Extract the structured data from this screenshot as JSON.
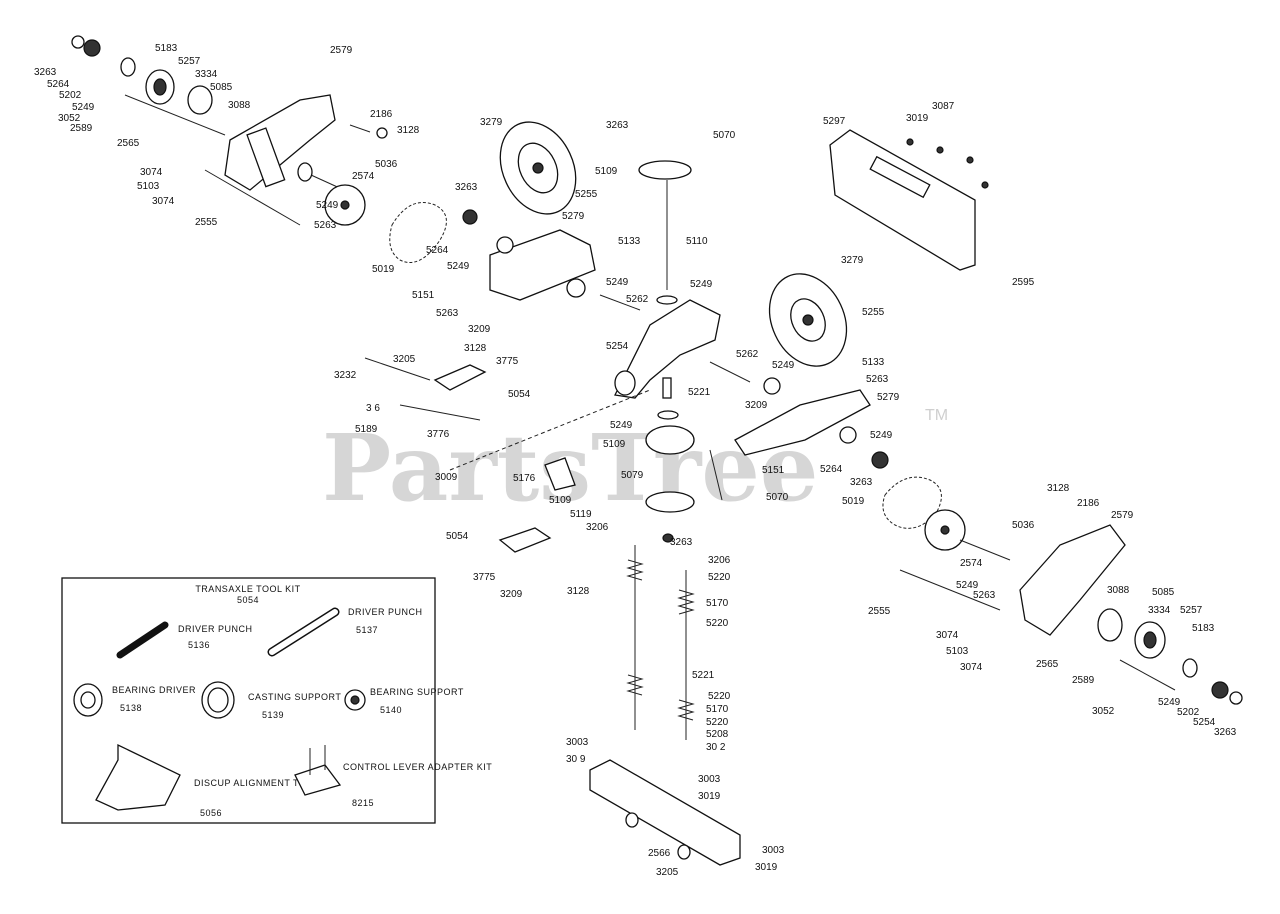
{
  "watermark": {
    "text": "PartsTree",
    "trademark": "TM"
  },
  "kit": {
    "title": "TRANSAXLE TOOL KIT",
    "number": "5054",
    "tools": [
      {
        "name": "DRIVER PUNCH",
        "number": "5136"
      },
      {
        "name": "DRIVER PUNCH",
        "number": "5137"
      },
      {
        "name": "BEARING DRIVER",
        "number": "5138"
      },
      {
        "name": "CASTING SUPPORT",
        "number": "5139"
      },
      {
        "name": "BEARING SUPPORT",
        "number": "5140"
      },
      {
        "name": "DISCUP ALIGNMENT TOOL",
        "number": "5056"
      },
      {
        "name": "CONTROL LEVER ADAPTER KIT",
        "number": "8215"
      }
    ]
  },
  "labels": [
    {
      "id": "l1",
      "text": "3263"
    },
    {
      "id": "l2",
      "text": "5264"
    },
    {
      "id": "l3",
      "text": "5202"
    },
    {
      "id": "l4",
      "text": "5249"
    },
    {
      "id": "l5",
      "text": "3052"
    },
    {
      "id": "l6",
      "text": "2589"
    },
    {
      "id": "l7",
      "text": "5183"
    },
    {
      "id": "l8",
      "text": "5257"
    },
    {
      "id": "l9",
      "text": "3334"
    },
    {
      "id": "l10",
      "text": "5085"
    },
    {
      "id": "l11",
      "text": "3088"
    },
    {
      "id": "l12",
      "text": "2565"
    },
    {
      "id": "l13",
      "text": "2579"
    },
    {
      "id": "l14",
      "text": "2186"
    },
    {
      "id": "l15",
      "text": "3128"
    },
    {
      "id": "l16",
      "text": "5036"
    },
    {
      "id": "l17",
      "text": "2574"
    },
    {
      "id": "l18",
      "text": "3074"
    },
    {
      "id": "l19",
      "text": "5103"
    },
    {
      "id": "l20",
      "text": "3074"
    },
    {
      "id": "l21",
      "text": "5249"
    },
    {
      "id": "l22",
      "text": "5263"
    },
    {
      "id": "l23",
      "text": "2555"
    },
    {
      "id": "l24",
      "text": "5019"
    },
    {
      "id": "l25",
      "text": "3279"
    },
    {
      "id": "l26",
      "text": "5255"
    },
    {
      "id": "l27",
      "text": "3263"
    },
    {
      "id": "l28",
      "text": "5279"
    },
    {
      "id": "l29",
      "text": "5264"
    },
    {
      "id": "l30",
      "text": "5249"
    },
    {
      "id": "l31",
      "text": "5133"
    },
    {
      "id": "l32",
      "text": "5249"
    },
    {
      "id": "l33",
      "text": "5262"
    },
    {
      "id": "l34",
      "text": "5151"
    },
    {
      "id": "l35",
      "text": "5263"
    },
    {
      "id": "l36",
      "text": "3209"
    },
    {
      "id": "l37",
      "text": "3263"
    },
    {
      "id": "l38",
      "text": "5070"
    },
    {
      "id": "l39",
      "text": "5109"
    },
    {
      "id": "l40",
      "text": "5110"
    },
    {
      "id": "l41",
      "text": "5249"
    },
    {
      "id": "l42",
      "text": "5254"
    },
    {
      "id": "l43",
      "text": "5221"
    },
    {
      "id": "l44",
      "text": "5249"
    },
    {
      "id": "l45",
      "text": "5109"
    },
    {
      "id": "l46",
      "text": "5079"
    },
    {
      "id": "l47",
      "text": "5070"
    },
    {
      "id": "l48",
      "text": "3263"
    },
    {
      "id": "l49",
      "text": "5297"
    },
    {
      "id": "l50",
      "text": "3019"
    },
    {
      "id": "l51",
      "text": "3087"
    },
    {
      "id": "l52",
      "text": "2595"
    },
    {
      "id": "l53",
      "text": "3279"
    },
    {
      "id": "l54",
      "text": "5255"
    },
    {
      "id": "l55",
      "text": "5262"
    },
    {
      "id": "l56",
      "text": "5249"
    },
    {
      "id": "l57",
      "text": "5133"
    },
    {
      "id": "l58",
      "text": "5263"
    },
    {
      "id": "l59",
      "text": "5279"
    },
    {
      "id": "l60",
      "text": "3209"
    },
    {
      "id": "l61",
      "text": "5249"
    },
    {
      "id": "l62",
      "text": "5151"
    },
    {
      "id": "l63",
      "text": "5264"
    },
    {
      "id": "l64",
      "text": "3263"
    },
    {
      "id": "l65",
      "text": "5019"
    },
    {
      "id": "l66",
      "text": "3232"
    },
    {
      "id": "l67",
      "text": "3205"
    },
    {
      "id": "l68",
      "text": "3128"
    },
    {
      "id": "l69",
      "text": "3775"
    },
    {
      "id": "l70",
      "text": "5054"
    },
    {
      "id": "l71",
      "text": "3 6"
    },
    {
      "id": "l72",
      "text": "5189"
    },
    {
      "id": "l73",
      "text": "3776"
    },
    {
      "id": "l74",
      "text": "3009"
    },
    {
      "id": "l75",
      "text": "5176"
    },
    {
      "id": "l76",
      "text": "5109"
    },
    {
      "id": "l77",
      "text": "5119"
    },
    {
      "id": "l78",
      "text": "3206"
    },
    {
      "id": "l79",
      "text": "5054"
    },
    {
      "id": "l80",
      "text": "3775"
    },
    {
      "id": "l81",
      "text": "3209"
    },
    {
      "id": "l82",
      "text": "3128"
    },
    {
      "id": "l83",
      "text": "3206"
    },
    {
      "id": "l84",
      "text": "5220"
    },
    {
      "id": "l85",
      "text": "5170"
    },
    {
      "id": "l86",
      "text": "5220"
    },
    {
      "id": "l87",
      "text": "5221"
    },
    {
      "id": "l88",
      "text": "5220"
    },
    {
      "id": "l89",
      "text": "5170"
    },
    {
      "id": "l90",
      "text": "5220"
    },
    {
      "id": "l91",
      "text": "5208"
    },
    {
      "id": "l92",
      "text": "30 2"
    },
    {
      "id": "l93",
      "text": "3003"
    },
    {
      "id": "l94",
      "text": "30 9"
    },
    {
      "id": "l95",
      "text": "3003"
    },
    {
      "id": "l96",
      "text": "3019"
    },
    {
      "id": "l97",
      "text": "2566"
    },
    {
      "id": "l98",
      "text": "3003"
    },
    {
      "id": "l99",
      "text": "3019"
    },
    {
      "id": "l100",
      "text": "3205"
    },
    {
      "id": "l101",
      "text": "3128"
    },
    {
      "id": "l102",
      "text": "2186"
    },
    {
      "id": "l103",
      "text": "2579"
    },
    {
      "id": "l104",
      "text": "5036"
    },
    {
      "id": "l105",
      "text": "2574"
    },
    {
      "id": "l106",
      "text": "5249"
    },
    {
      "id": "l107",
      "text": "5263"
    },
    {
      "id": "l108",
      "text": "2555"
    },
    {
      "id": "l109",
      "text": "3088"
    },
    {
      "id": "l110",
      "text": "5085"
    },
    {
      "id": "l111",
      "text": "3334"
    },
    {
      "id": "l112",
      "text": "5257"
    },
    {
      "id": "l113",
      "text": "5183"
    },
    {
      "id": "l114",
      "text": "3074"
    },
    {
      "id": "l115",
      "text": "5103"
    },
    {
      "id": "l116",
      "text": "3074"
    },
    {
      "id": "l117",
      "text": "2565"
    },
    {
      "id": "l118",
      "text": "2589"
    },
    {
      "id": "l119",
      "text": "3052"
    },
    {
      "id": "l120",
      "text": "5249"
    },
    {
      "id": "l121",
      "text": "5202"
    },
    {
      "id": "l122",
      "text": "5254"
    },
    {
      "id": "l123",
      "text": "3263"
    }
  ]
}
